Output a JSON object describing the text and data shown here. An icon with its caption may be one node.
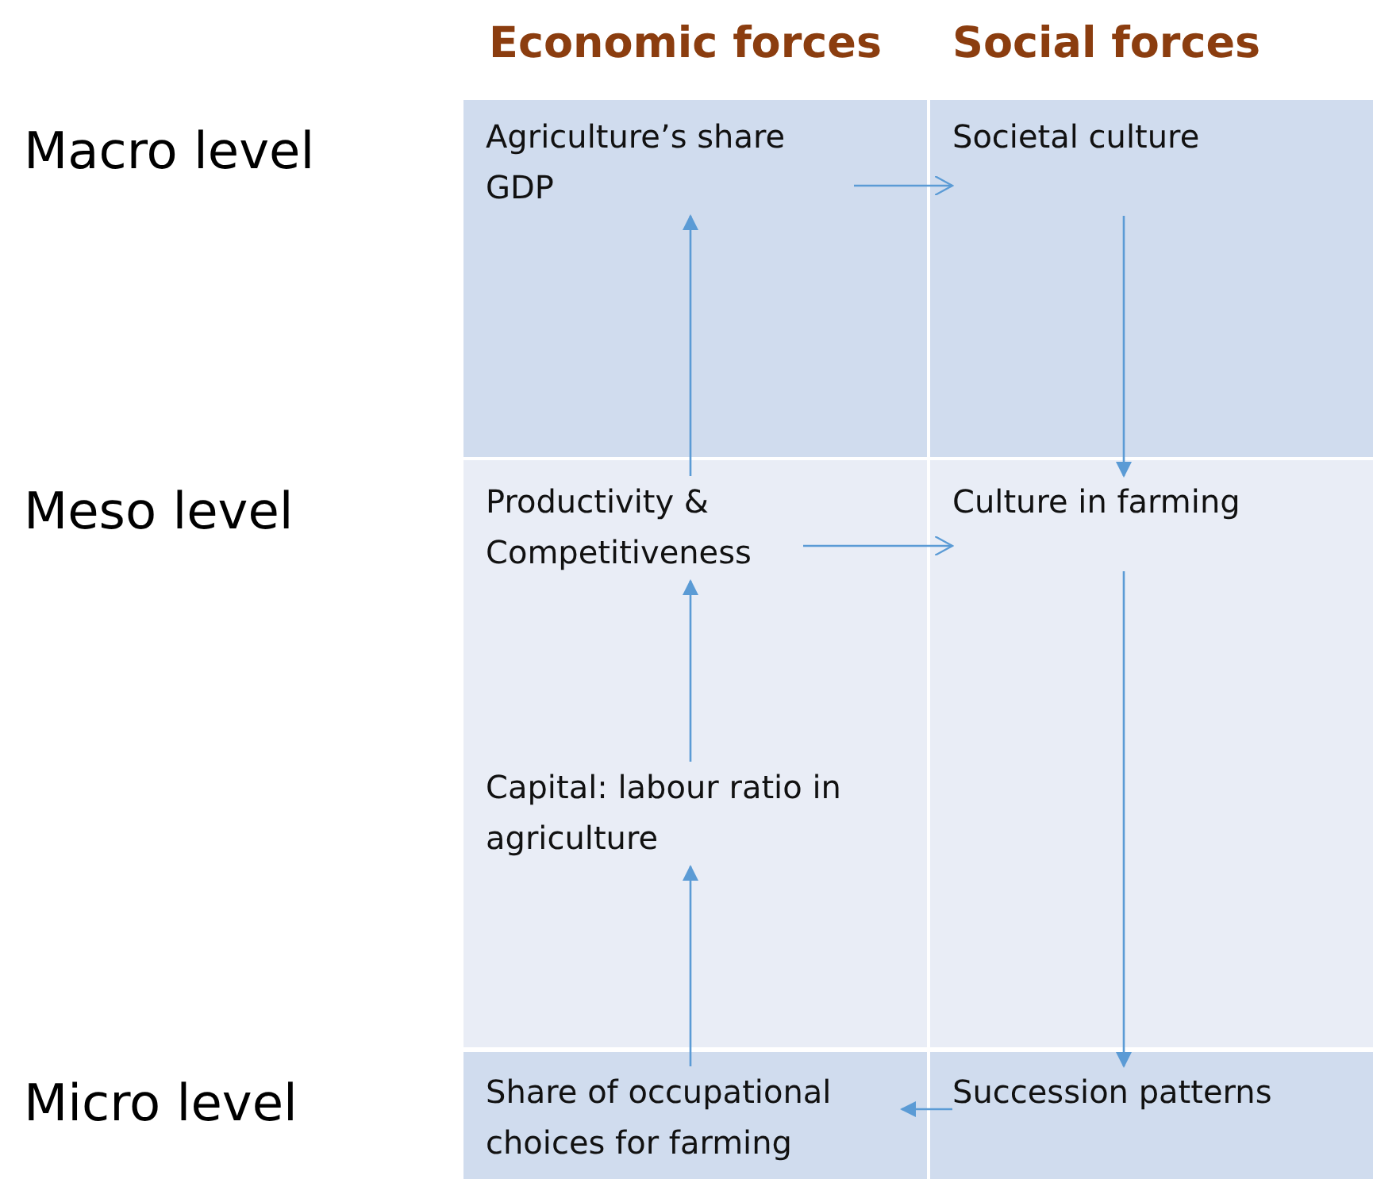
{
  "diagram": {
    "nodes": [
      {
        "text": [
          "Agriculture’s share GDP"
        ]
      },
      {
        "text": [
          "Societal culture"
        ]
      },
      {
        "text": [
          "Productivity & Competitiveness"
        ]
      },
      {
        "text": [
          "Culture in farming"
        ]
      },
      {
        "text": [
          "Capital: labour ratio in agriculture"
        ]
      },
      {
        "text": [
          "Share of occupational choices for farming"
        ]
      },
      {
        "text": [
          "Succession patterns"
        ]
      }
    ],
    "edges": [
      {
        "from": 0,
        "to": 1,
        "arrow": "to"
      },
      {
        "from": 2,
        "to": 0,
        "arrow": "to"
      },
      {
        "from": 1,
        "to": 3,
        "arrow": "to"
      },
      {
        "from": 2,
        "to": 3,
        "arrow": "to"
      },
      {
        "from": 4,
        "to": 2,
        "arrow": "to"
      },
      {
        "from": 5,
        "to": 4,
        "arrow": "to"
      },
      {
        "from": 3,
        "to": 6,
        "arrow": "to"
      },
      {
        "from": 6,
        "to": 5,
        "arrow": "to"
      }
    ],
    "labels": [
      "Economic forces",
      "Social forces",
      "Macro level",
      "Meso level",
      "Micro level"
    ]
  }
}
